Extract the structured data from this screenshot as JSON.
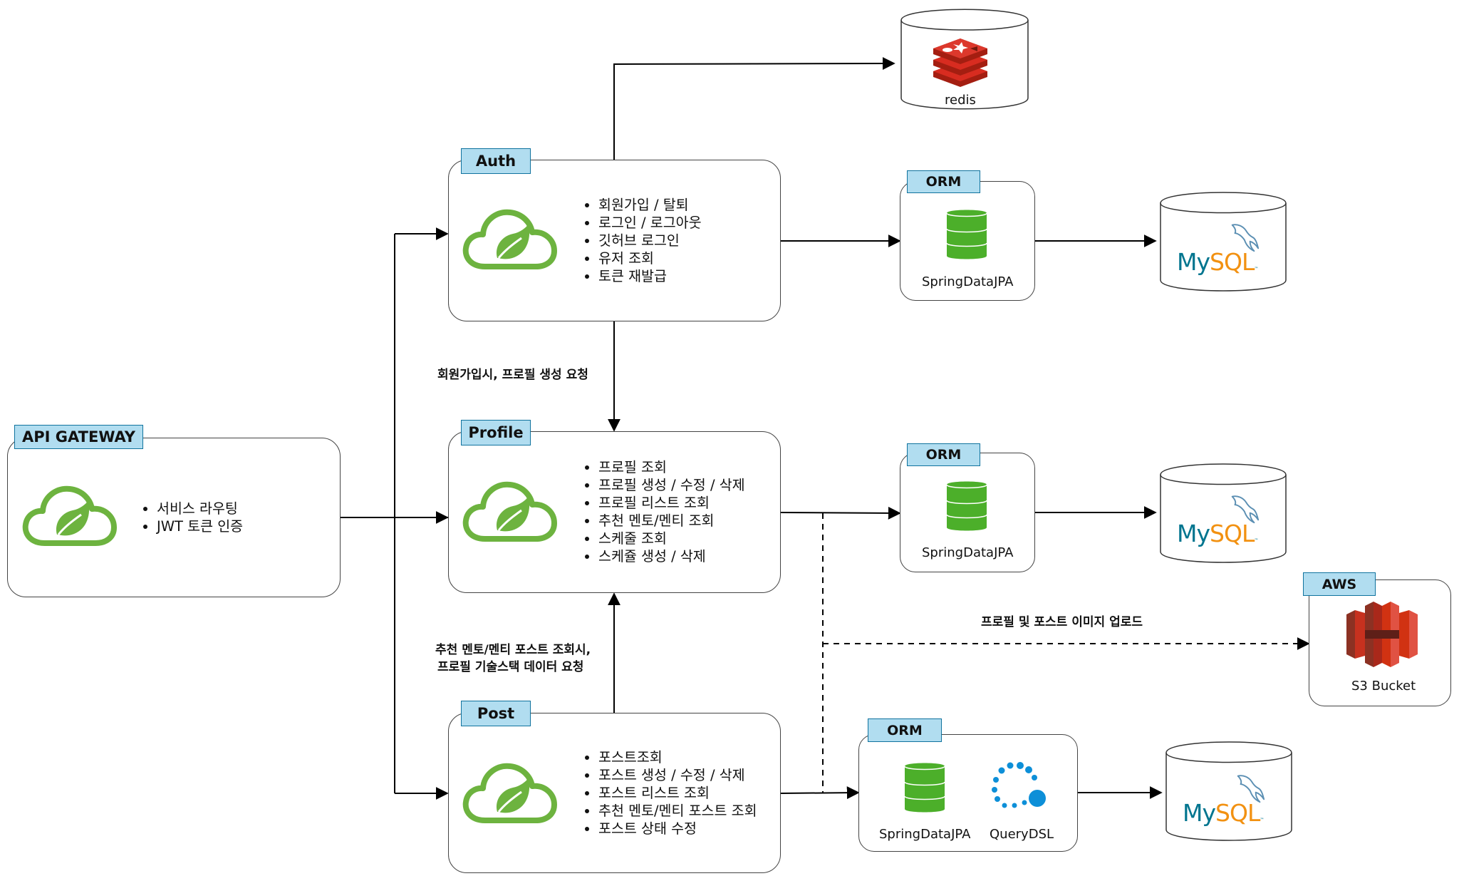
{
  "gateway": {
    "tag": "API GATEWAY",
    "features": [
      "서비스 라우팅",
      "JWT 토큰 인증"
    ]
  },
  "services": {
    "auth": {
      "tag": "Auth",
      "features": [
        "회원가입 / 탈퇴",
        "로그인 / 로그아웃",
        "깃허브 로그인",
        "유저 조회",
        "토큰 재발급"
      ]
    },
    "profile": {
      "tag": "Profile",
      "features": [
        "프로필 조회",
        "프로필 생성 / 수정 / 삭제",
        "프로필 리스트 조회",
        "추천 멘토/멘티 조회",
        "스케줄 조회",
        "스케쥴 생성 / 삭제"
      ]
    },
    "post": {
      "tag": "Post",
      "features": [
        "포스트조회",
        "포스트 생성 / 수정 / 삭제",
        "포스트 리스트 조회",
        "추천 멘토/멘티 포스트 조회",
        "포스트 상태 수정"
      ]
    }
  },
  "orm": {
    "auth": {
      "tag": "ORM",
      "items": [
        "SpringDataJPA"
      ]
    },
    "profile": {
      "tag": "ORM",
      "items": [
        "SpringDataJPA"
      ]
    },
    "post": {
      "tag": "ORM",
      "items": [
        "SpringDataJPA",
        "QueryDSL"
      ]
    }
  },
  "stores": {
    "redis": "redis",
    "mysql_logo": "MySQL",
    "aws": {
      "tag": "AWS",
      "label": "S3 Bucket"
    }
  },
  "notes": {
    "auth_to_profile": "회원가입시, 프로필 생성 요청",
    "post_to_profile_line1": "추천 멘토/멘티 포스트 조회시,",
    "post_to_profile_line2": "프로필 기술스택  데이터 요청",
    "image_upload": "프로필 및 포스트 이미지 업로드"
  },
  "colors": {
    "spring_green": "#6db33f",
    "tag_fill": "#b1ddf0",
    "tag_border": "#10739e",
    "db_green": "#4caf2a",
    "redis_red": "#d82c20",
    "s3_red": "#d13212",
    "mysql_blue": "#00758f",
    "mysql_orange": "#f29111",
    "querydsl_blue": "#0d8fd8"
  },
  "icons": [
    "spring-cloud-icon",
    "redis-icon",
    "database-icon",
    "mysql-dolphin-icon",
    "s3-bucket-icon",
    "querydsl-icon"
  ]
}
